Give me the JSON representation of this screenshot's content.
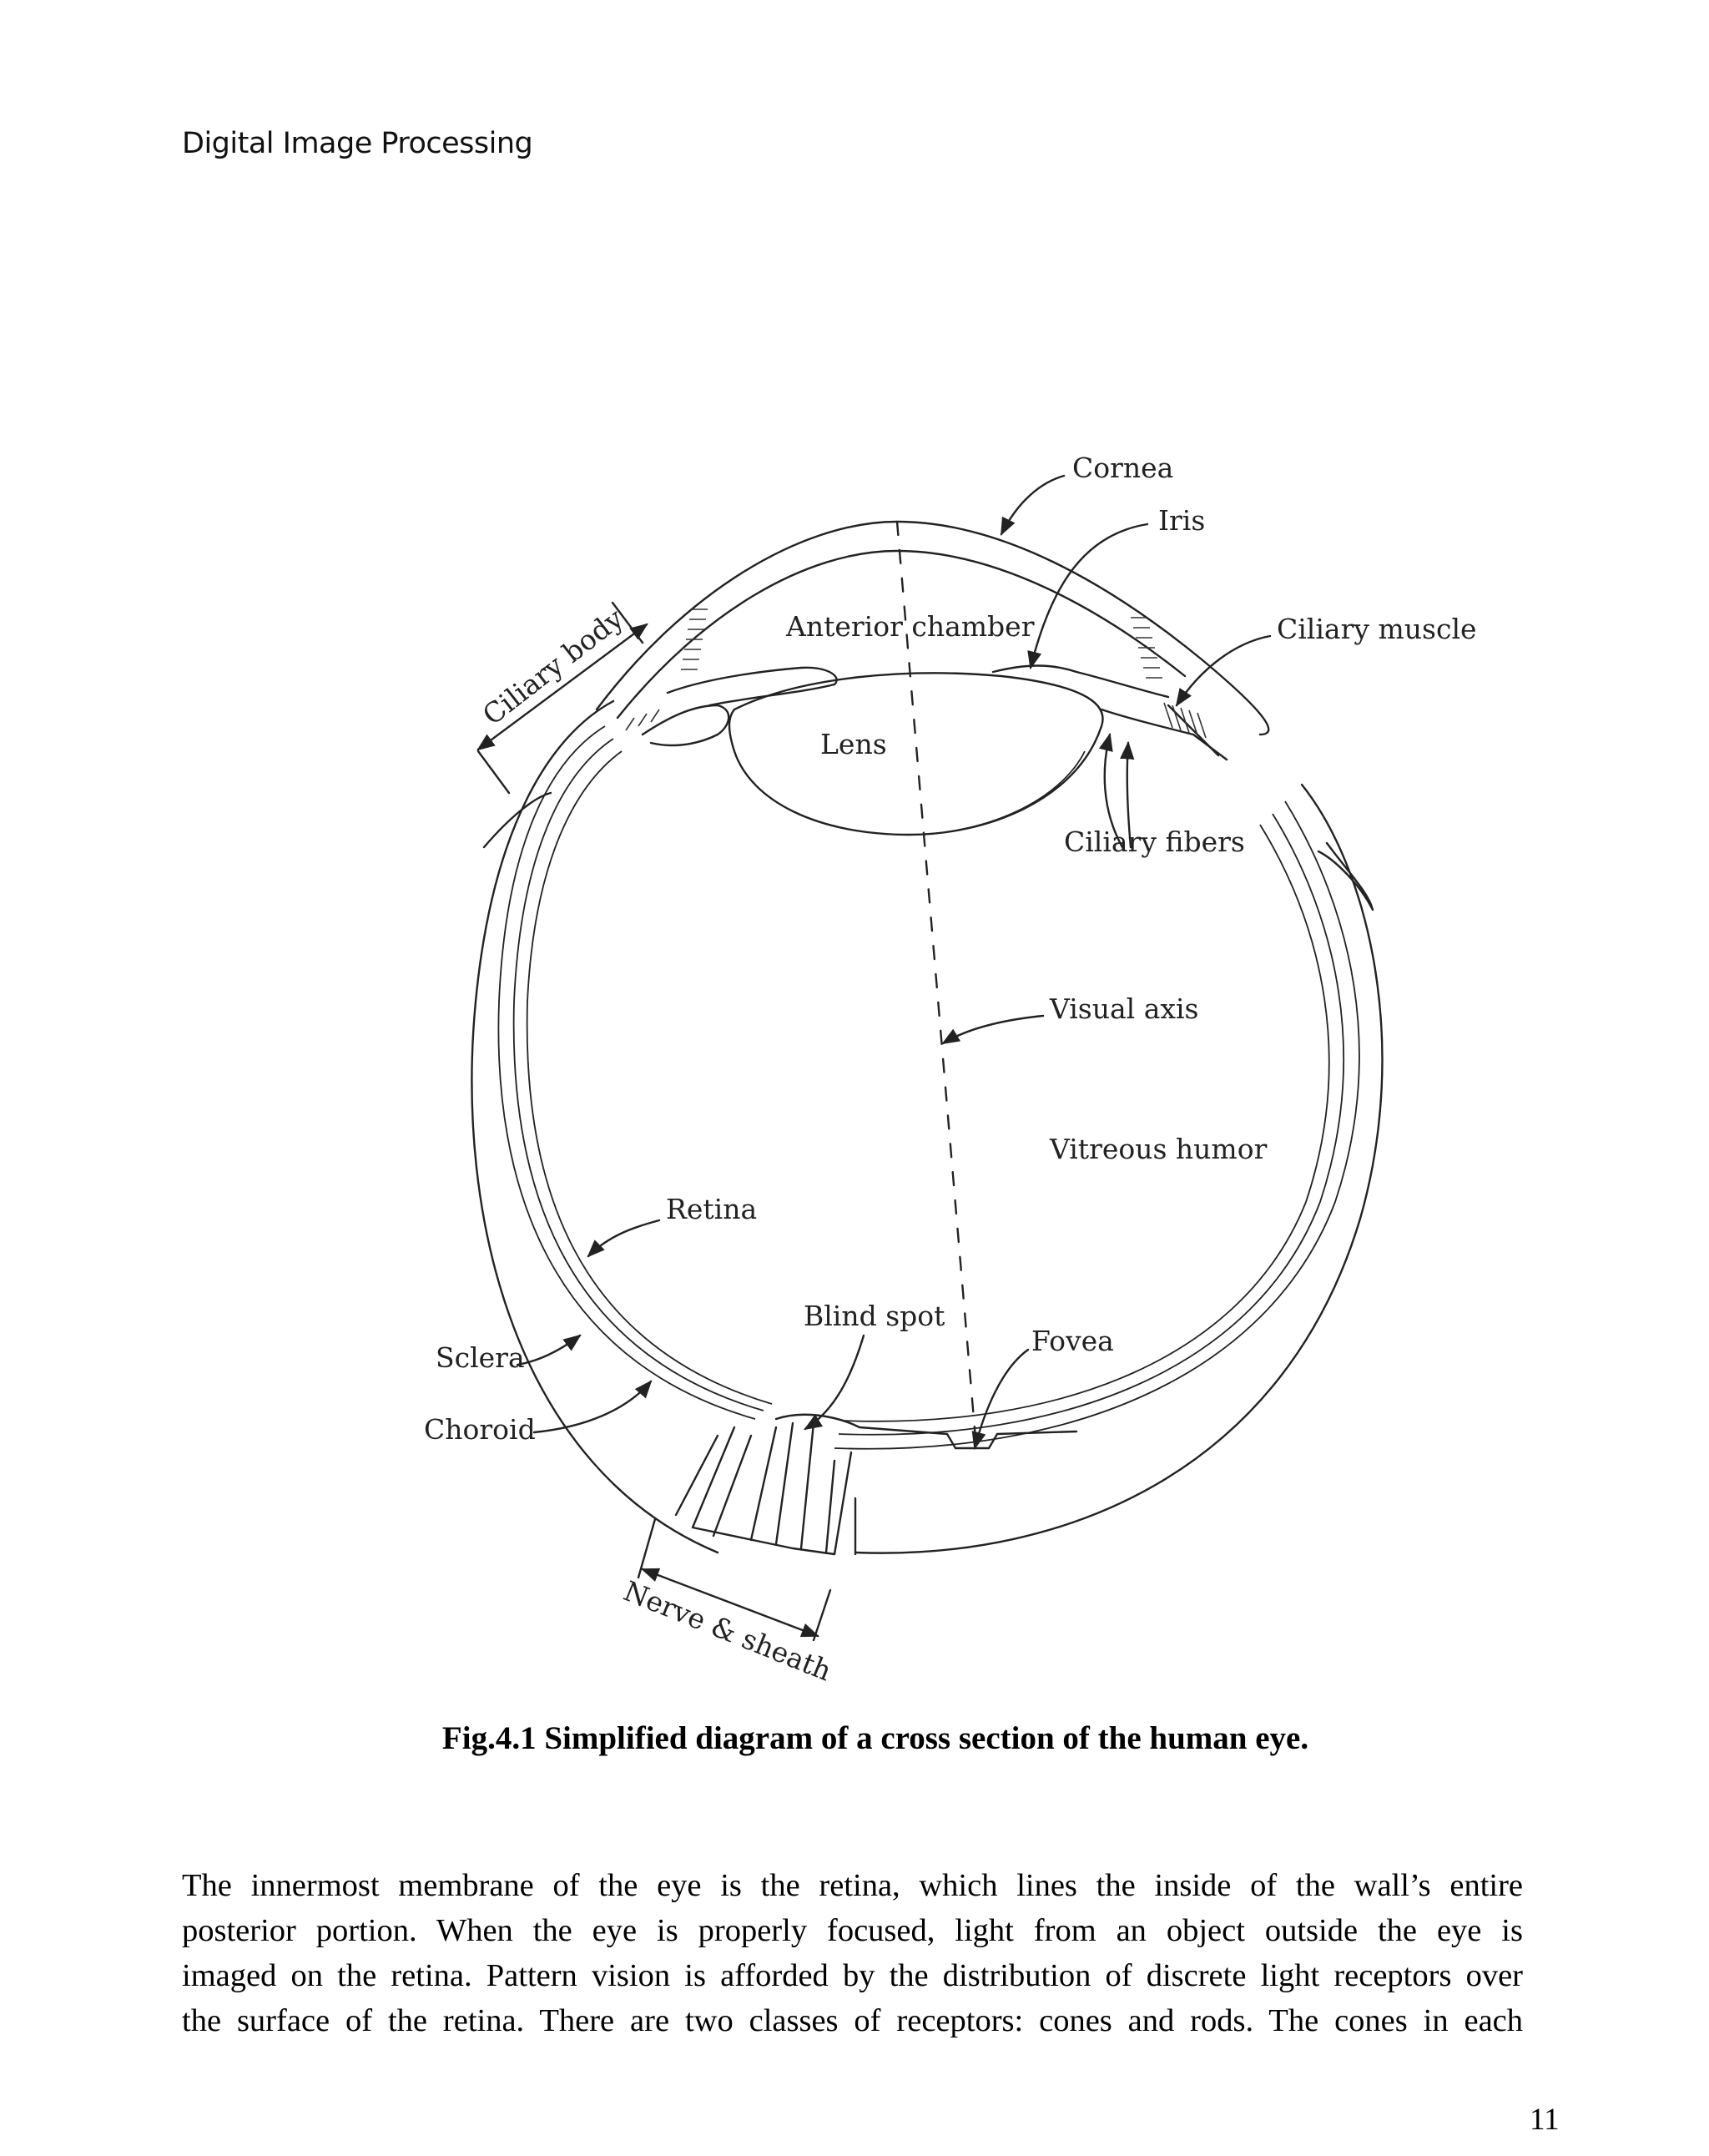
{
  "header": {
    "running_title": "Digital Image Processing"
  },
  "figure": {
    "labels": {
      "cornea": "Cornea",
      "iris": "Iris",
      "ciliary_muscle": "Ciliary muscle",
      "ciliary_body": "Ciliary body",
      "anterior_chamber": "Anterior chamber",
      "lens": "Lens",
      "ciliary_fibers": "Ciliary fibers",
      "visual_axis": "Visual axis",
      "vitreous_humor": "Vitreous humor",
      "retina": "Retina",
      "blind_spot": "Blind spot",
      "fovea": "Fovea",
      "sclera": "Sclera",
      "choroid": "Choroid",
      "nerve_sheath": "Nerve & sheath"
    },
    "caption": "Fig.4.1 Simplified diagram of a cross section of the human eye."
  },
  "body": {
    "lines": [
      "The innermost membrane of the eye is the retina, which lines the inside of the wall’s entire",
      "posterior portion. When the eye is properly focused, light from an object outside the eye is",
      "imaged on the retina. Pattern vision is afforded by the distribution of discrete light receptors over",
      "the surface of the retina. There are two classes of receptors: cones and rods. The cones in each"
    ]
  },
  "footer": {
    "page_number": "11"
  }
}
